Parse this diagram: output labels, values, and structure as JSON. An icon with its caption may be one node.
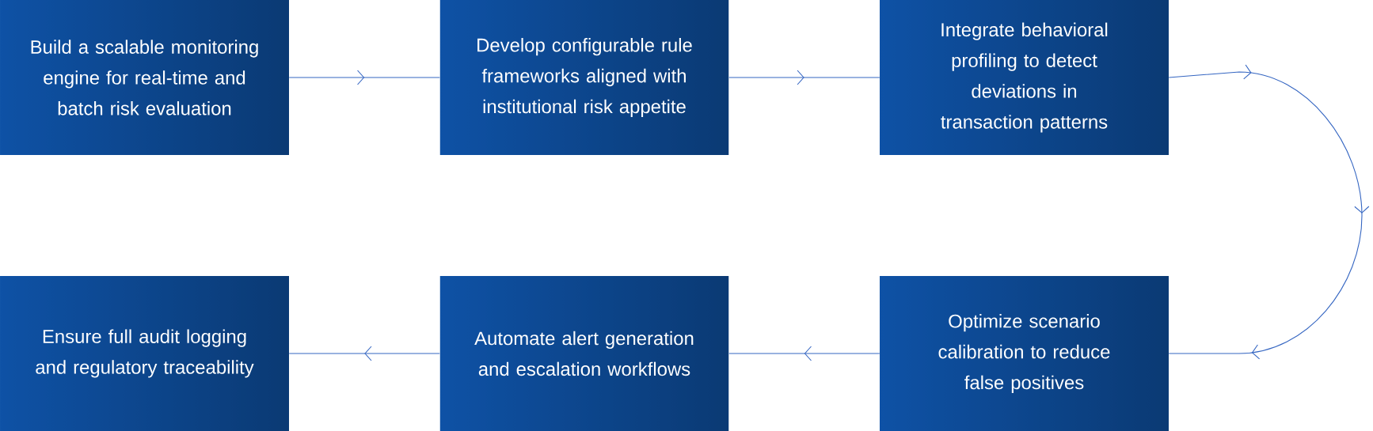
{
  "diagram": {
    "nodes": [
      {
        "text": [
          "Build a scalable monitoring engine for real-time and batch risk evaluation"
        ]
      },
      {
        "text": [
          "Develop configurable rule frameworks aligned with institutional risk appetite"
        ]
      },
      {
        "text": [
          "Integrate behavioral profiling to detect deviations in transaction patterns"
        ]
      },
      {
        "text": [
          "Optimize scenario calibration to reduce false positives"
        ]
      },
      {
        "text": [
          "Automate alert generation and escalation workflows"
        ]
      },
      {
        "text": [
          "Ensure full audit logging and regulatory traceability"
        ]
      }
    ],
    "edges": [
      {
        "from": 0,
        "to": 1,
        "arrow": "to"
      },
      {
        "from": 1,
        "to": 2,
        "arrow": "to"
      },
      {
        "from": 2,
        "to": 3,
        "arrow": "to"
      },
      {
        "from": 3,
        "to": 4,
        "arrow": "to"
      },
      {
        "from": 4,
        "to": 5,
        "arrow": "to"
      }
    ]
  }
}
